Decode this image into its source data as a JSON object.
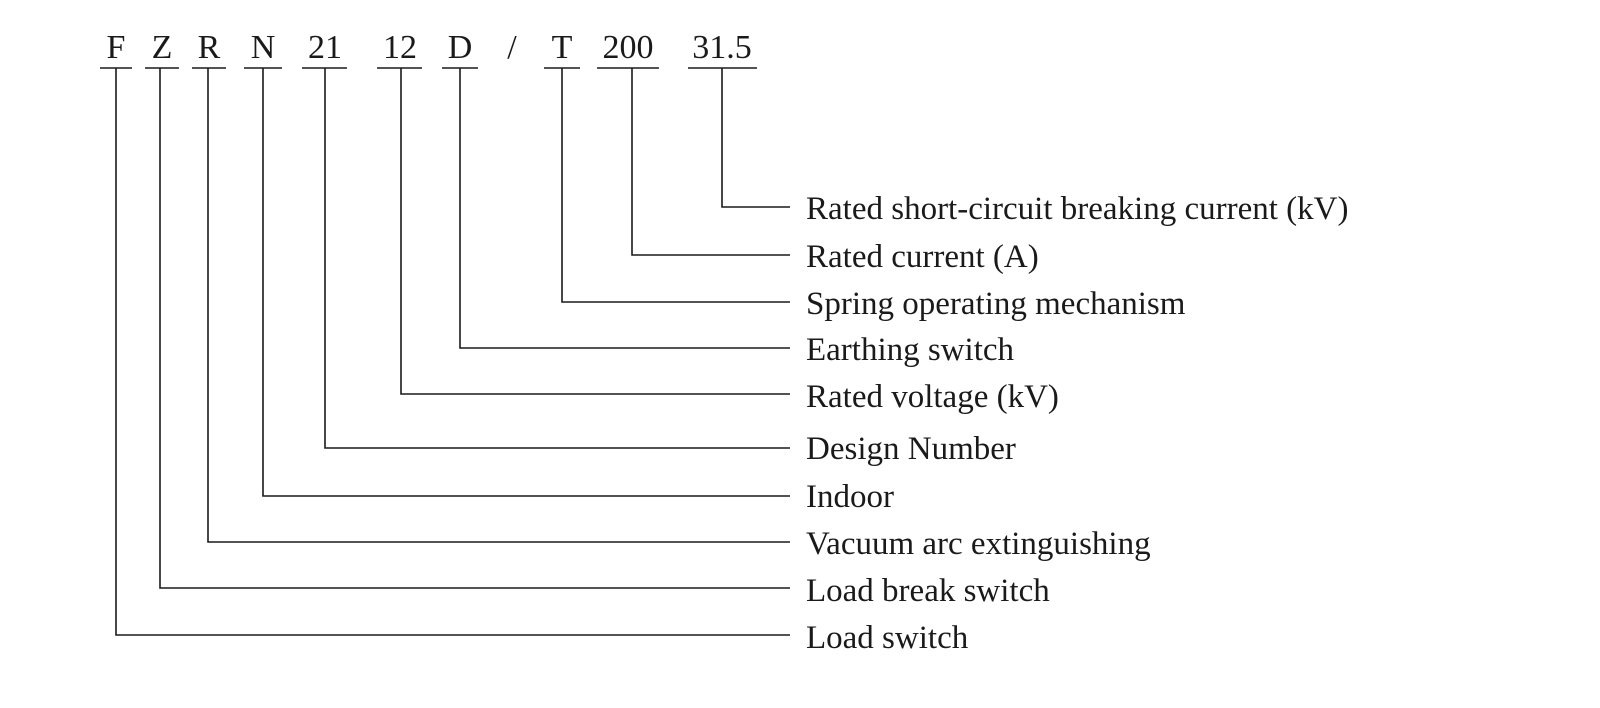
{
  "code_parts": [
    {
      "id": "f",
      "text": "F",
      "label": "Load switch"
    },
    {
      "id": "z",
      "text": "Z",
      "label": "Load break switch"
    },
    {
      "id": "r",
      "text": "R",
      "label": "Vacuum arc extinguishing"
    },
    {
      "id": "n",
      "text": "N",
      "label": "Indoor"
    },
    {
      "id": "n21",
      "text": "21",
      "label": "Design Number"
    },
    {
      "id": "n12",
      "text": "12",
      "label": "Rated voltage (kV)"
    },
    {
      "id": "d",
      "text": "D",
      "label": "Earthing switch"
    },
    {
      "id": "t",
      "text": "T",
      "label": "Spring operating mechanism"
    },
    {
      "id": "n200",
      "text": "200",
      "label": "Rated current (A)"
    },
    {
      "id": "n315",
      "text": "31.5",
      "label": "Rated short-circuit breaking current (kV)"
    }
  ],
  "separator": "/"
}
